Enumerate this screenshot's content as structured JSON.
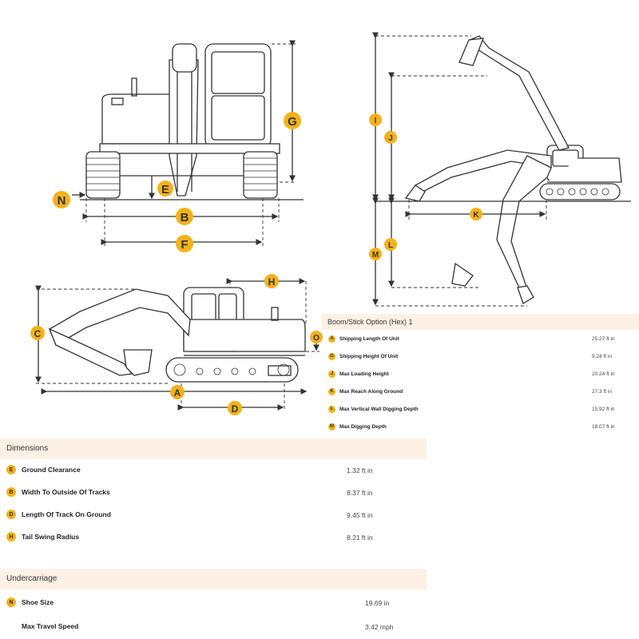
{
  "diagram": {
    "callouts": [
      "A",
      "B",
      "C",
      "D",
      "E",
      "F",
      "G",
      "H",
      "I",
      "J",
      "K",
      "L",
      "M",
      "N",
      "O"
    ]
  },
  "boom_stick": {
    "header": "Boom/Stick Option (Hex) 1",
    "rows": [
      {
        "badge": "A",
        "label": "Shipping Length Of Unit",
        "value": "25.27 ft in"
      },
      {
        "badge": "G",
        "label": "Shipping Height Of Unit",
        "value": "9.24 ft in"
      },
      {
        "badge": "J",
        "label": "Max Loading Height",
        "value": "20.24 ft in"
      },
      {
        "badge": "K",
        "label": "Max Reach Along Ground",
        "value": "27.3 ft in"
      },
      {
        "badge": "L",
        "label": "Max Vertical Wall Digging Depth",
        "value": "15.92 ft in"
      },
      {
        "badge": "M",
        "label": "Max Digging Depth",
        "value": "18.07 ft in"
      }
    ]
  },
  "dimensions": {
    "header": "Dimensions",
    "rows": [
      {
        "badge": "E",
        "label": "Ground Clearance",
        "value": "1.32 ft in"
      },
      {
        "badge": "B",
        "label": "Width To Outside Of Tracks",
        "value": "8.37 ft in"
      },
      {
        "badge": "D",
        "label": "Length Of Track On Ground",
        "value": "9.45 ft in"
      },
      {
        "badge": "H",
        "label": "Tail Swing Radius",
        "value": "8.21 ft in"
      }
    ]
  },
  "undercarriage": {
    "header": "Undercarriage",
    "rows": [
      {
        "badge": "N",
        "label": "Shoe Size",
        "value": "19.69 in"
      },
      {
        "badge": "",
        "label": "Max Travel Speed",
        "value": "3.42 mph"
      }
    ]
  },
  "colors": {
    "badge": "#f3b21b",
    "header_bg": "#fdf0e4"
  }
}
